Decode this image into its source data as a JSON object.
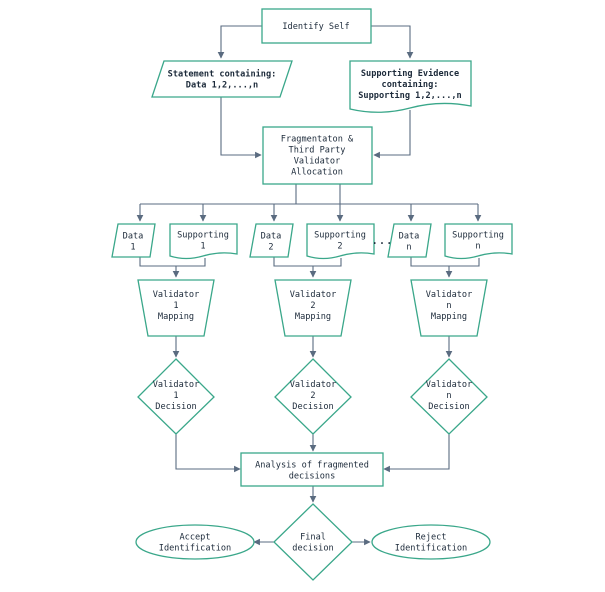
{
  "nodes": {
    "identify_self": [
      "Identify Self"
    ],
    "statement": [
      "Statement containing:",
      "Data 1,2,...,n"
    ],
    "supporting_evidence": [
      "Supporting Evidence",
      "containing:",
      "Supporting 1,2,...,n"
    ],
    "fragmentation": [
      "Fragmentaton &",
      "Third Party",
      "Validator",
      "Allocation"
    ],
    "data_1": [
      "Data",
      "1"
    ],
    "supporting_1": [
      "Supporting",
      "1"
    ],
    "data_2": [
      "Data",
      "2"
    ],
    "supporting_2": [
      "Supporting",
      "2"
    ],
    "ellipsis": [
      "..."
    ],
    "data_n": [
      "Data",
      "n"
    ],
    "supporting_n": [
      "Supporting",
      "n"
    ],
    "mapping_1": [
      "Validator",
      "1",
      "Mapping"
    ],
    "mapping_2": [
      "Validator",
      "2",
      "Mapping"
    ],
    "mapping_n": [
      "Validator",
      "n",
      "Mapping"
    ],
    "decision_1": [
      "Validator",
      "1",
      "Decision"
    ],
    "decision_2": [
      "Validator",
      "2",
      "Decision"
    ],
    "decision_n": [
      "Validator",
      "n",
      "Decision"
    ],
    "analysis": [
      "Analysis of fragmented",
      "decisions"
    ],
    "final_decision": [
      "Final",
      "decision"
    ],
    "accept": [
      "Accept",
      "Identification"
    ],
    "reject": [
      "Reject",
      "Identification"
    ]
  },
  "colors": {
    "shape_stroke": "#3aa78a",
    "edge": "#5a6b80",
    "text": "#1c2a3a"
  }
}
